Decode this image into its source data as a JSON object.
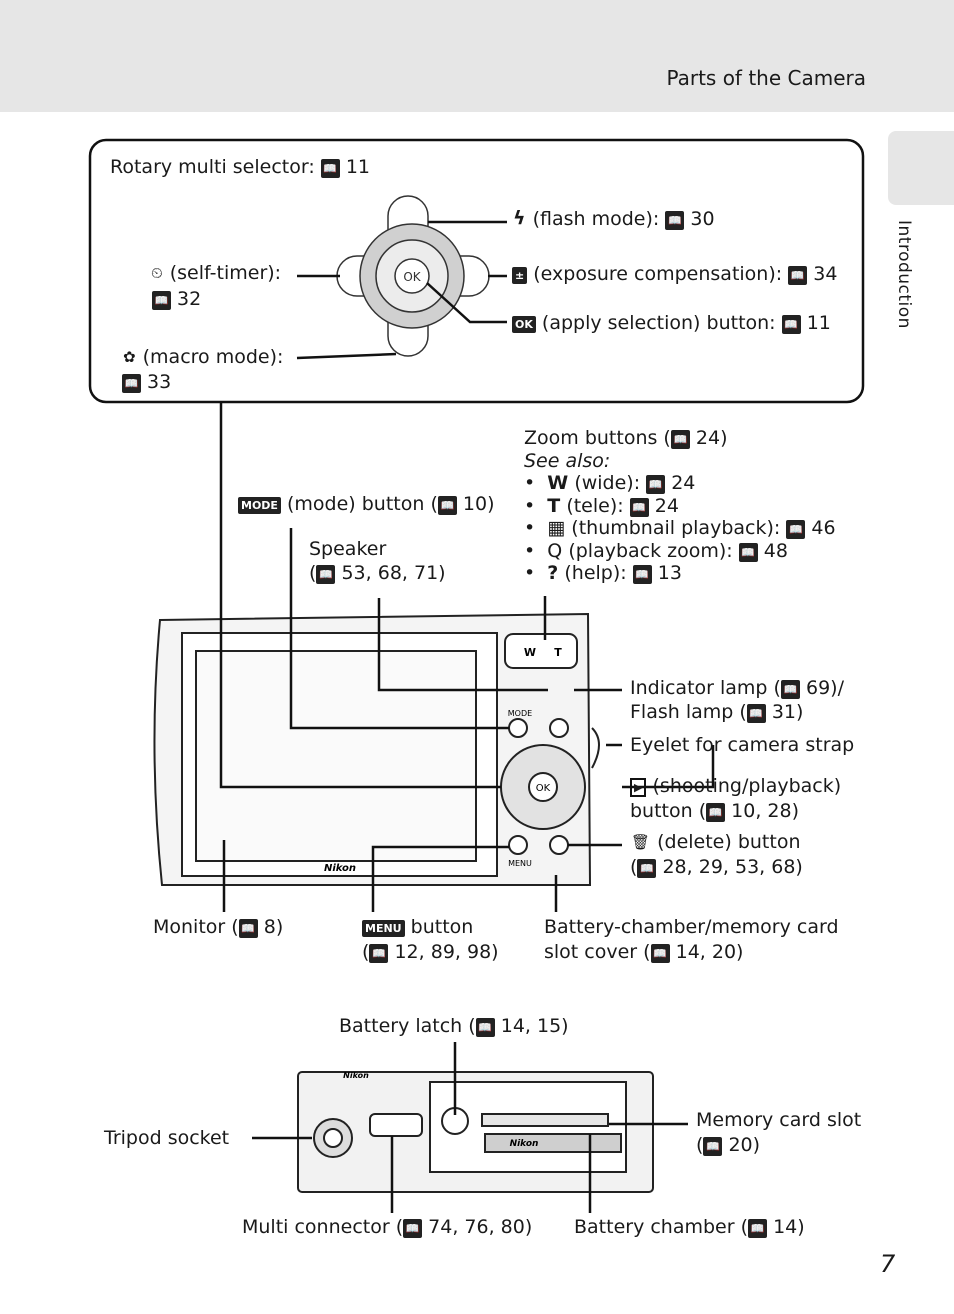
{
  "header": {
    "title": "Parts of the Camera",
    "section_tab": "Introduction",
    "page_number": "7"
  },
  "icons": {
    "ref": "📖",
    "flash": "ϟ",
    "timer": "⏲",
    "macro": "✿",
    "exposure": "±",
    "ok": "OK",
    "mode": "MODE",
    "menu": "MENU",
    "play": "▶",
    "delete": "🗑",
    "thumb": "▦",
    "zoom": "Q",
    "help": "?"
  },
  "selector_box": {
    "title": "Rotary multi selector:",
    "title_ref": "11",
    "flash_label": "(flash mode):",
    "flash_ref": "30",
    "exposure_label": "(exposure compensation):",
    "exposure_ref": "34",
    "ok_label": "(apply selection) button:",
    "ok_ref": "11",
    "timer_label": "(self-timer):",
    "timer_ref": "32",
    "macro_label": "(macro mode):",
    "macro_ref": "33"
  },
  "zoom": {
    "title": "Zoom buttons (",
    "title_ref": "24",
    "see_also": "See also:",
    "items": [
      {
        "glyph": "W",
        "text": "(wide):",
        "ref": "24"
      },
      {
        "glyph": "T",
        "text": "(tele):",
        "ref": "24"
      },
      {
        "glyph": "▦",
        "text": "(thumbnail playback):",
        "ref": "46"
      },
      {
        "glyph": "Q",
        "text": "(playback zoom):",
        "ref": "48"
      },
      {
        "glyph": "?",
        "text": "(help):",
        "ref": "13"
      }
    ]
  },
  "mode_button": {
    "text": "(mode) button (",
    "ref": "10"
  },
  "speaker": {
    "line1": "Speaker",
    "refs": "53, 68, 71)"
  },
  "indicator": {
    "line1": "Indicator lamp (",
    "ref1": "69)/",
    "line2": "Flash lamp (",
    "ref2": "31)"
  },
  "eyelet": "Eyelet for camera strap",
  "play_button": {
    "line1": "(shooting/playback)",
    "line2": "button (",
    "refs": "10, 28)"
  },
  "delete_button": {
    "line1": "(delete) button",
    "refs": "28, 29, 53, 68)"
  },
  "monitor": {
    "text": "Monitor (",
    "ref": "8)"
  },
  "menu_button": {
    "glyph": "MENU",
    "text": "button",
    "refs": "12, 89, 98)"
  },
  "battery_cover": {
    "line1": "Battery-chamber/memory card",
    "line2": "slot cover (",
    "refs": "14, 20)"
  },
  "battery_latch": {
    "text": "Battery latch (",
    "refs": "14, 15)"
  },
  "tripod": "Tripod socket",
  "memory_slot": {
    "line1": "Memory card slot",
    "refs": "20)"
  },
  "multi_connector": {
    "text": "Multi connector (",
    "refs": "74, 76, 80)"
  },
  "battery_chamber": {
    "text": "Battery chamber (",
    "refs": "14)"
  },
  "camera_art": {
    "brand": "Nikon",
    "zoom_w": "W",
    "zoom_t": "T",
    "ok": "OK",
    "mode": "MODE",
    "menu": "MENU"
  }
}
